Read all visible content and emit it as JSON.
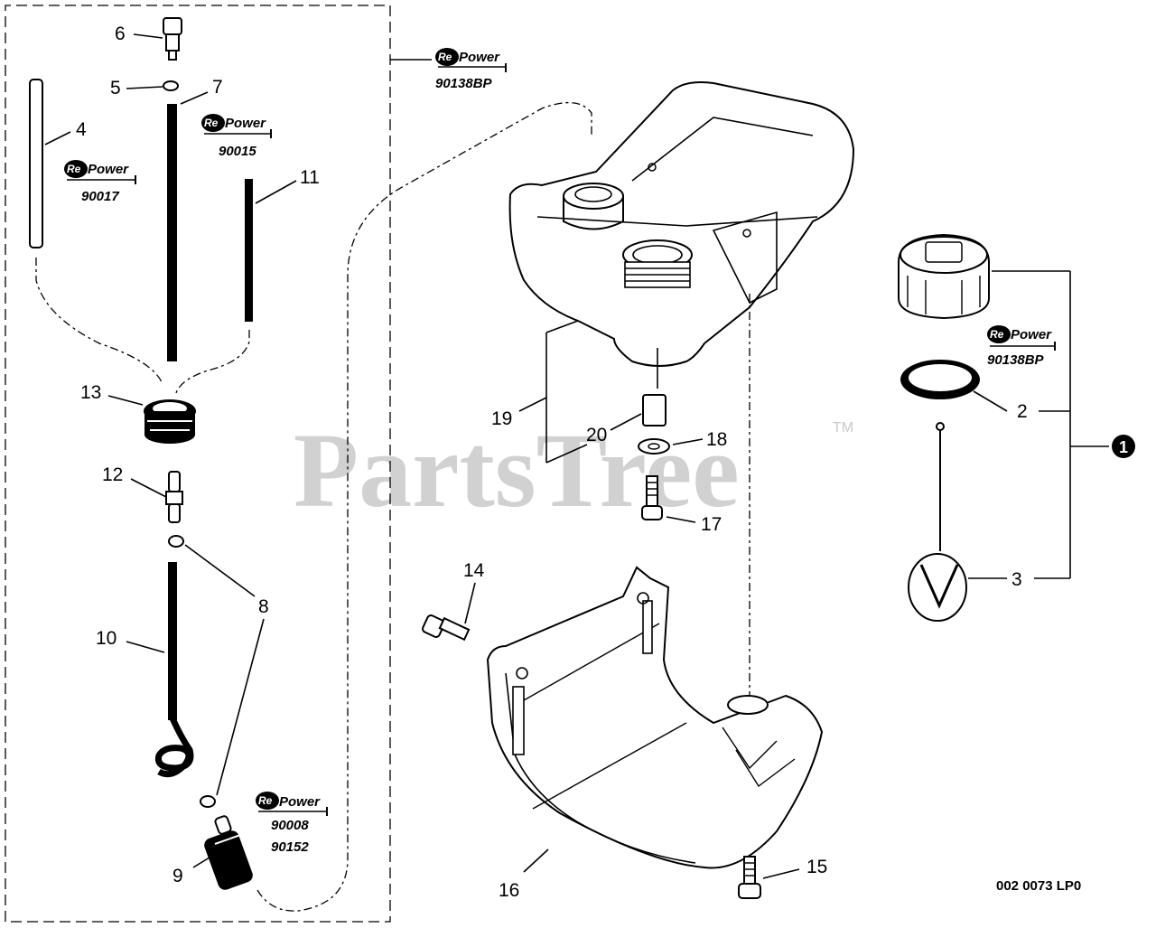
{
  "watermark": {
    "text": "PartsTree",
    "tm": "TM"
  },
  "drawing_code": "002 0073 LP0",
  "brand": {
    "prefix": "Re",
    "name": "Power"
  },
  "callouts": {
    "c1": "1",
    "c2": "2",
    "c3": "3",
    "c4": "4",
    "c5": "5",
    "c6": "6",
    "c7": "7",
    "c8": "8",
    "c9": "9",
    "c10": "10",
    "c11": "11",
    "c12": "12",
    "c13": "13",
    "c14": "14",
    "c15": "15",
    "c16": "16",
    "c17": "17",
    "c18": "18",
    "c19": "19",
    "c20": "20"
  },
  "repower_parts": {
    "kit_main": "90138BP",
    "line_7": "90015",
    "line_4": "90017",
    "cap_kit": "90138BP",
    "filter_a": "90008",
    "filter_b": "90152"
  }
}
